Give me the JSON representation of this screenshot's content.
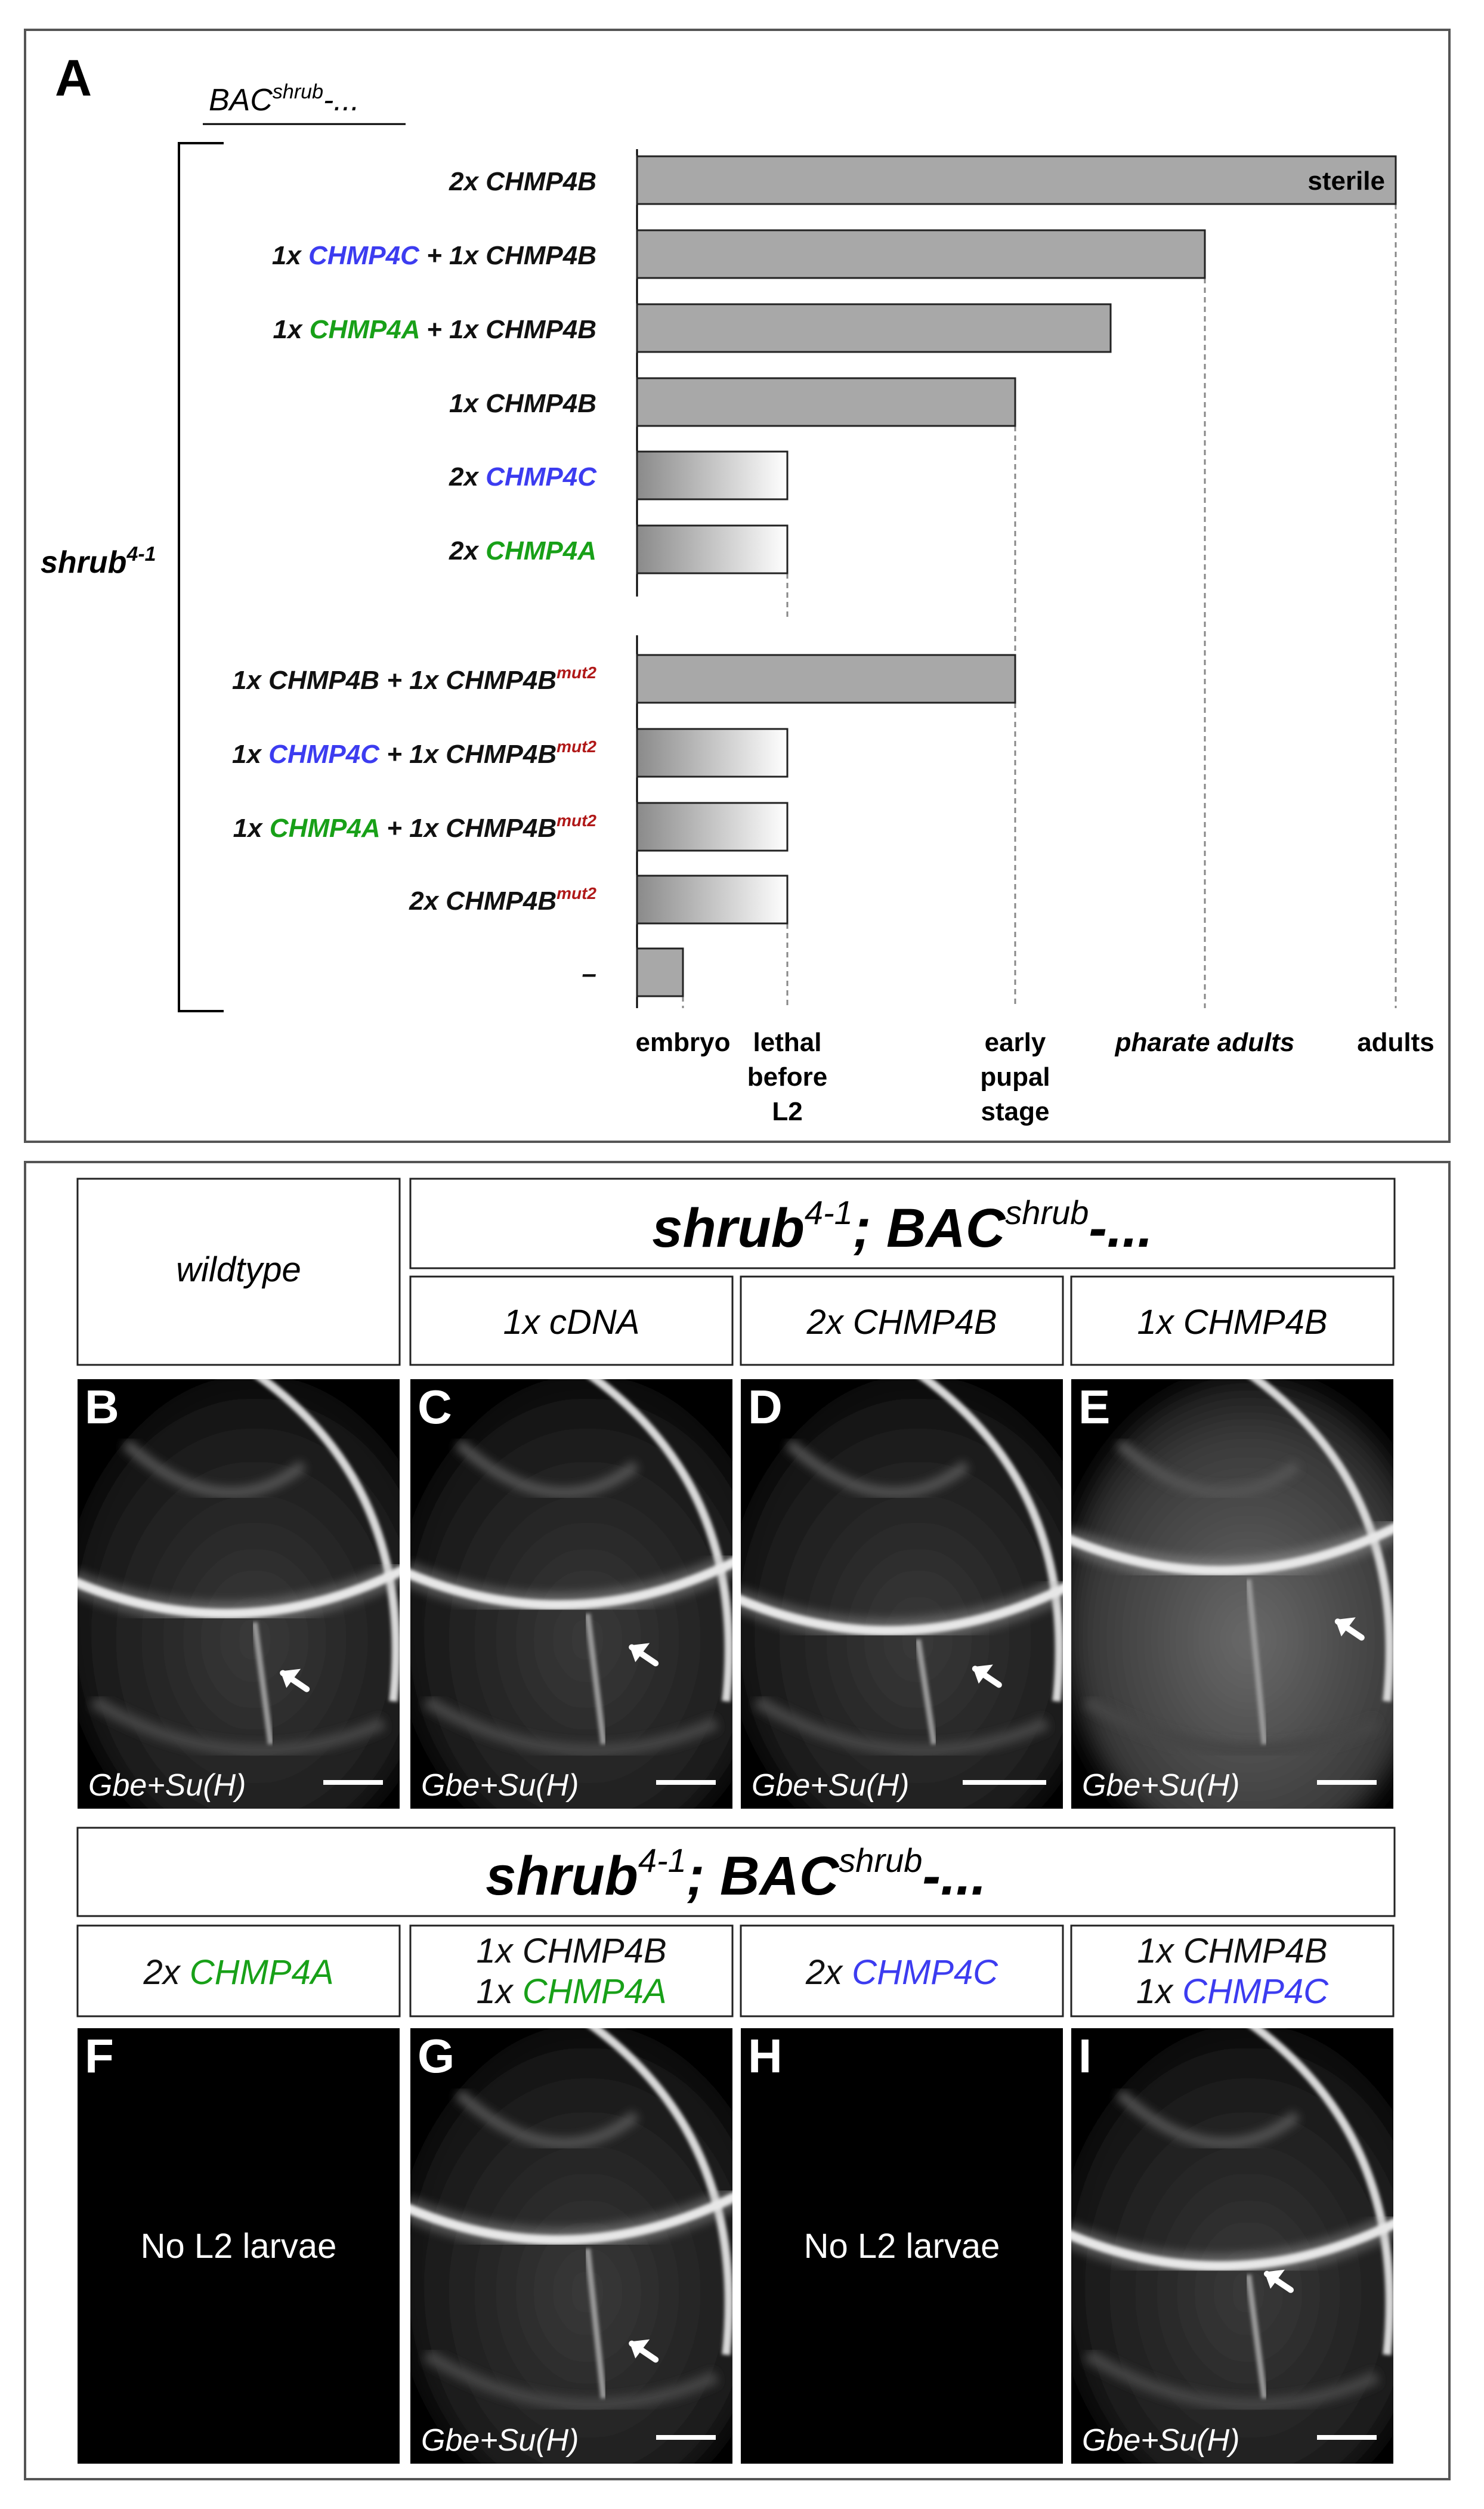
{
  "panel_a": {
    "letter": "A",
    "bac_prefix": "BAC",
    "bac_sup": "shrub",
    "bac_suffix": "-...",
    "shrub_base": "shrub",
    "shrub_sup": "4-1",
    "sterile_label": "sterile",
    "rows": [
      {
        "parts": [
          {
            "t": "2x CHMP4B",
            "c": "k"
          }
        ],
        "sup": "",
        "stage": 4,
        "style": "solid"
      },
      {
        "parts": [
          {
            "t": "1x ",
            "c": "k"
          },
          {
            "t": "CHMP4C",
            "c": "b"
          },
          {
            "t": " + 1x CHMP4B",
            "c": "k"
          }
        ],
        "sup": "",
        "stage": 3,
        "style": "solid"
      },
      {
        "parts": [
          {
            "t": "1x ",
            "c": "k"
          },
          {
            "t": "CHMP4A",
            "c": "g"
          },
          {
            "t": " + 1x CHMP4B",
            "c": "k"
          }
        ],
        "sup": "",
        "stage": 2.5,
        "style": "solid"
      },
      {
        "parts": [
          {
            "t": "1x CHMP4B",
            "c": "k"
          }
        ],
        "sup": "",
        "stage": 2,
        "style": "solid"
      },
      {
        "parts": [
          {
            "t": "2x ",
            "c": "k"
          },
          {
            "t": "CHMP4C",
            "c": "b"
          }
        ],
        "sup": "",
        "stage": 1,
        "style": "gradient"
      },
      {
        "parts": [
          {
            "t": "2x ",
            "c": "k"
          },
          {
            "t": "CHMP4A",
            "c": "g"
          }
        ],
        "sup": "",
        "stage": 1,
        "style": "gradient"
      },
      {
        "parts": [
          {
            "t": "1x CHMP4B + 1x CHMP4B",
            "c": "k"
          }
        ],
        "sup": "mut2",
        "stage": 2,
        "style": "solid"
      },
      {
        "parts": [
          {
            "t": "1x ",
            "c": "k"
          },
          {
            "t": "CHMP4C",
            "c": "b"
          },
          {
            "t": " + 1x CHMP4B",
            "c": "k"
          }
        ],
        "sup": "mut2",
        "stage": 1,
        "style": "gradient"
      },
      {
        "parts": [
          {
            "t": "1x ",
            "c": "k"
          },
          {
            "t": "CHMP4A",
            "c": "g"
          },
          {
            "t": " + 1x CHMP4B",
            "c": "k"
          }
        ],
        "sup": "mut2",
        "stage": 1,
        "style": "gradient"
      },
      {
        "parts": [
          {
            "t": "2x CHMP4B",
            "c": "k"
          }
        ],
        "sup": "mut2",
        "stage": 1,
        "style": "gradient"
      },
      {
        "parts": [
          {
            "t": "–",
            "c": "k"
          }
        ],
        "sup": "",
        "stage": 0,
        "style": "solid"
      }
    ],
    "stages": [
      {
        "lines": [
          "embryo"
        ],
        "italic": false
      },
      {
        "lines": [
          "lethal",
          "before",
          "L2"
        ],
        "italic": false
      },
      {
        "lines": [
          "early",
          "pupal",
          "stage"
        ],
        "italic": false
      },
      {
        "lines": [
          "pharate adults"
        ],
        "italic": true
      },
      {
        "lines": [
          "adults"
        ],
        "italic": false
      }
    ]
  },
  "colors": {
    "k": "#111111",
    "b": "#3c3cf0",
    "g": "#18a018",
    "red": "#b01818",
    "bar": "#a8a8a8"
  },
  "panel_b": {
    "wildtype": "wildtype",
    "header_base": "shrub",
    "header_sup": "4-1",
    "header_mid": "; BAC",
    "header_sup2": "shrub",
    "header_end": "-...",
    "col_labels": [
      "1x cDNA",
      "2x CHMP4B",
      "1x CHMP4B"
    ],
    "row2_labels": [
      [
        {
          "t": "2x ",
          "c": "k"
        },
        {
          "t": "CHMP4A",
          "c": "g"
        }
      ],
      [
        {
          "t": "1x CHMP4B",
          "c": "k"
        },
        {
          "t": "1x ",
          "c": "k"
        },
        {
          "t": "CHMP4A",
          "c": "g"
        }
      ],
      [
        {
          "t": "2x ",
          "c": "k"
        },
        {
          "t": "CHMP4C",
          "c": "b"
        }
      ],
      [
        {
          "t": "1x CHMP4B",
          "c": "k"
        },
        {
          "t": "1x ",
          "c": "k"
        },
        {
          "t": "CHMP4C",
          "c": "b"
        }
      ]
    ],
    "image_letters": [
      "B",
      "C",
      "D",
      "E",
      "F",
      "G",
      "H",
      "I"
    ],
    "caption": "Gbe+Su(H)",
    "no_larvae": "No L2 larvae"
  }
}
